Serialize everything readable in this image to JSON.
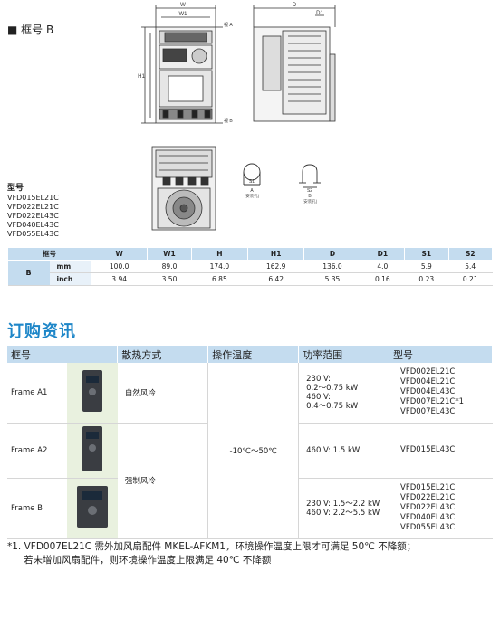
{
  "frame_title": "■  框号 B",
  "drawing_labels": {
    "W": "W",
    "W1": "W1",
    "H": "H",
    "H1": "H1",
    "D": "D",
    "D1": "D1",
    "view_a": "视 A",
    "view_b": "视 B",
    "S1": "S1",
    "S2": "S2",
    "A": "A",
    "B": "B",
    "A_note": "(安装孔)",
    "B_note": "(安装孔)"
  },
  "model_block": {
    "heading": "型号",
    "models": [
      "VFD015EL21C",
      "VFD022EL21C",
      "VFD022EL43C",
      "VFD040EL43C",
      "VFD055EL43C"
    ]
  },
  "dim_table": {
    "headers": [
      "框号",
      "",
      "W",
      "W1",
      "H",
      "H1",
      "D",
      "D1",
      "S1",
      "S2"
    ],
    "frame": "B",
    "rows": [
      {
        "unit": "mm",
        "values": [
          "100.0",
          "89.0",
          "174.0",
          "162.9",
          "136.0",
          "4.0",
          "5.9",
          "5.4"
        ]
      },
      {
        "unit": "inch",
        "values": [
          "3.94",
          "3.50",
          "6.85",
          "6.42",
          "5.35",
          "0.16",
          "0.23",
          "0.21"
        ]
      }
    ]
  },
  "order_title": "订购资讯",
  "order_table": {
    "headers": [
      "框号",
      "",
      "散热方式",
      "操作温度",
      "功率范围",
      "型号"
    ],
    "rows": [
      {
        "frame": "Frame A1",
        "cooling": "自然风冷",
        "power": [
          "230 V:",
          "0.2～0.75 kW",
          "460 V:",
          "0.4～0.75 kW"
        ],
        "models": [
          "VFD002EL21C",
          "VFD004EL21C",
          "VFD004EL43C",
          "VFD007EL21C*1",
          "VFD007EL43C"
        ]
      },
      {
        "frame": "Frame A2",
        "cooling": "强制风冷",
        "power": [
          "460 V: 1.5 kW"
        ],
        "models": [
          "VFD015EL43C"
        ]
      },
      {
        "frame": "Frame B",
        "cooling": "",
        "power": [
          "230 V: 1.5～2.2 kW",
          "460 V: 2.2～5.5 kW"
        ],
        "models": [
          "VFD015EL21C",
          "VFD022EL21C",
          "VFD022EL43C",
          "VFD040EL43C",
          "VFD055EL43C"
        ]
      }
    ],
    "temperature": "-10℃～50℃"
  },
  "footnote": {
    "line1": "*1. VFD007EL21C 需外加风扇配件 MKEL-AFKM1，环境操作温度上限才可满足 50℃ 不降额；",
    "line2": "若未增加风扇配件，则环境操作温度上限满足 40℃ 不降额"
  },
  "colors": {
    "accent": "#1d86c8",
    "header_bg": "#c4dcef",
    "image_bg": "#e9f1df"
  }
}
